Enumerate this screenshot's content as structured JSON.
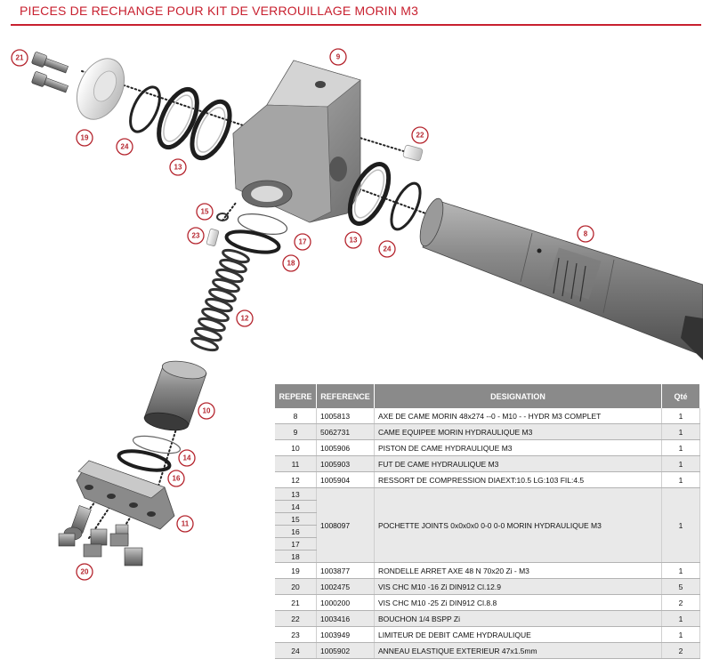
{
  "title": "PIECES DE RECHANGE POUR KIT DE VERROUILLAGE MORIN M3",
  "table": {
    "headers": {
      "repere": "REPERE",
      "reference": "REFERENCE",
      "designation": "DESIGNATION",
      "qte": "Qté"
    },
    "rows": [
      {
        "repere": "8",
        "reference": "1005813",
        "designation": "AXE DE CAME MORIN 48x274 --0 - M10 - - HYDR M3 COMPLET",
        "qte": "1"
      },
      {
        "repere": "9",
        "reference": "5062731",
        "designation": "CAME EQUIPEE MORIN HYDRAULIQUE M3",
        "qte": "1"
      },
      {
        "repere": "10",
        "reference": "1005906",
        "designation": "PISTON DE CAME HYDRAULIQUE M3",
        "qte": "1"
      },
      {
        "repere": "11",
        "reference": "1005903",
        "designation": "FUT DE CAME HYDRAULIQUE M3",
        "qte": "1"
      },
      {
        "repere": "12",
        "reference": "1005904",
        "designation": "RESSORT DE COMPRESSION DIAEXT:10.5 LG:103 FIL:4.5",
        "qte": "1"
      }
    ],
    "group": {
      "reperes": [
        "13",
        "14",
        "15",
        "16",
        "17",
        "18"
      ],
      "reference": "1008097",
      "designation": "POCHETTE JOINTS 0x0x0x0 0-0 0-0 MORIN HYDRAULIQUE M3",
      "qte": "1"
    },
    "rows_after": [
      {
        "repere": "19",
        "reference": "1003877",
        "designation": "RONDELLE ARRET AXE 48 N 70x20 Zi - M3",
        "qte": "1"
      },
      {
        "repere": "20",
        "reference": "1002475",
        "designation": "VIS CHC M10 -16 Zi DIN912 Cl.12.9",
        "qte": "5"
      },
      {
        "repere": "21",
        "reference": "1000200",
        "designation": "VIS CHC M10 -25 Zi DIN912 Cl.8.8",
        "qte": "2"
      },
      {
        "repere": "22",
        "reference": "1003416",
        "designation": "BOUCHON 1/4 BSPP  Zi",
        "qte": "1"
      },
      {
        "repere": "23",
        "reference": "1003949",
        "designation": "LIMITEUR DE DEBIT CAME HYDRAULIQUE",
        "qte": "1"
      },
      {
        "repere": "24",
        "reference": "1005902",
        "designation": "ANNEAU ELASTIQUE EXTERIEUR 47x1.5mm",
        "qte": "2"
      }
    ]
  },
  "callouts": {
    "c21": "21",
    "c19": "19",
    "c24a": "24",
    "c13a": "13",
    "c9": "9",
    "c22": "22",
    "c15": "15",
    "c23": "23",
    "c17": "17",
    "c18": "18",
    "c13b": "13",
    "c24b": "24",
    "c8": "8",
    "c12": "12",
    "c10": "10",
    "c14": "14",
    "c16": "16",
    "c11": "11",
    "c20": "20"
  },
  "colors": {
    "accent": "#c8202f",
    "part_grey": "#9a9a9a",
    "table_header": "#8a8a8a"
  }
}
